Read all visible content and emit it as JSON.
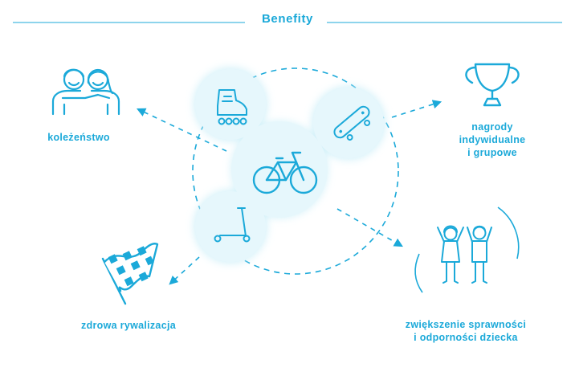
{
  "title": "Benefity",
  "colors": {
    "accent": "#1ba9d9",
    "circle_fill": "#e6f7fc",
    "circle_glow": "#c9eef8"
  },
  "center_icon": "bicycle-icon",
  "satellite_icons": [
    "inline-skate-icon",
    "skateboard-icon",
    "scooter-icon"
  ],
  "benefits": [
    {
      "icon": "friends-icon",
      "label": "koleżeństwo"
    },
    {
      "icon": "trophy-icon",
      "label_lines": [
        "nagrody",
        "indywidualne",
        "i grupowe"
      ]
    },
    {
      "icon": "checkered-flag-icon",
      "label": "zdrowa rywalizacja"
    },
    {
      "icon": "cheering-kids-icon",
      "label_lines": [
        "zwiększenie sprawności",
        "i odporności dziecka"
      ]
    }
  ]
}
